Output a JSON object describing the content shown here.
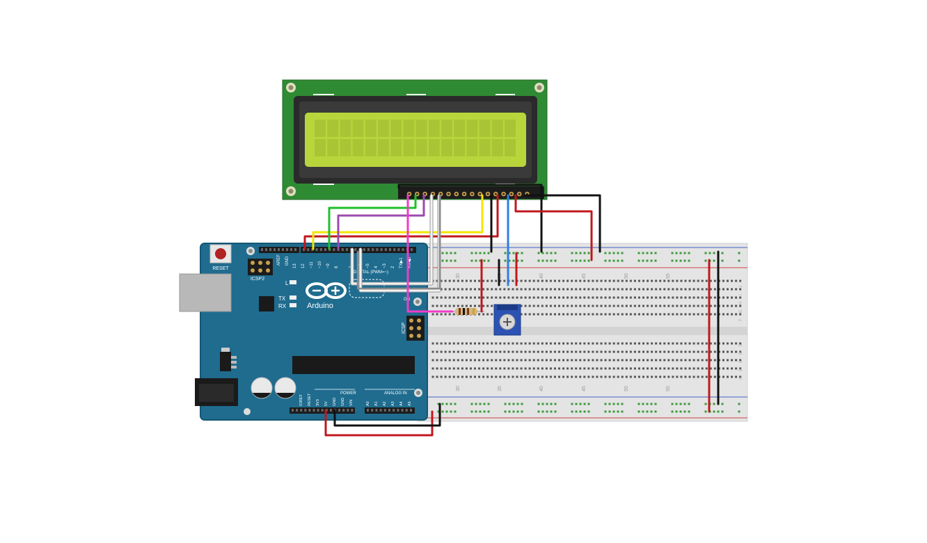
{
  "board": {
    "brand": "Arduino",
    "reset_label": "RESET",
    "icsp2_label": "ICSP2",
    "icsp_label": "ICSP",
    "led_l": "L",
    "led_tx": "TX",
    "led_rx": "RX",
    "digital_header_label": "DIGITAL (PWM=~)",
    "power_label": "POWER",
    "analog_label": "ANALOG IN",
    "on_label": "ON",
    "aref_label": "AREF",
    "gnd_label": "GND",
    "digital_pins": [
      "13",
      "12",
      "~11",
      "~10",
      "~9",
      "8",
      "7",
      "~6",
      "~5",
      "4",
      "~3",
      "2",
      "TX▶1",
      "RX◀0"
    ],
    "power_pins": [
      "IOREF",
      "RESET",
      "3V3",
      "5V",
      "GND",
      "GND",
      "VIN"
    ],
    "analog_pins": [
      "A0",
      "A1",
      "A2",
      "A3",
      "A4",
      "A5"
    ],
    "colors": {
      "pcb": "#1f6c8f",
      "pcb_edge": "#155673"
    }
  },
  "lcd": {
    "rows": 2,
    "cols": 16,
    "pins": 16,
    "colors": {
      "pcb": "#2f8a34",
      "screen": "#b9d53c",
      "bezel": "#2a2a2a"
    }
  },
  "breadboard": {
    "column_numbers": [
      "30",
      "35",
      "40",
      "45",
      "50",
      "55"
    ],
    "row_letters_top": [
      "J",
      "I",
      "H",
      "G",
      "F"
    ],
    "row_letters_bottom": [
      "E",
      "D",
      "C",
      "B",
      "A"
    ],
    "colors": {
      "body": "#e3e3e3",
      "hole": "#555555",
      "hole_active": "#3a9a3a",
      "rail_red": "#d04040",
      "rail_blue": "#4060c8"
    }
  },
  "components": {
    "resistor": {
      "name": "resistor"
    },
    "potentiometer": {
      "name": "potentiometer"
    }
  },
  "wire_colors": {
    "red": "#c0171d",
    "black": "#111111",
    "yellow": "#f3e600",
    "green": "#1fbf2a",
    "purple": "#9b4ab0",
    "white": "#f2f2f2",
    "gray": "#8a8a8a",
    "magenta": "#f03cc8",
    "blue": "#2f7fe0"
  }
}
